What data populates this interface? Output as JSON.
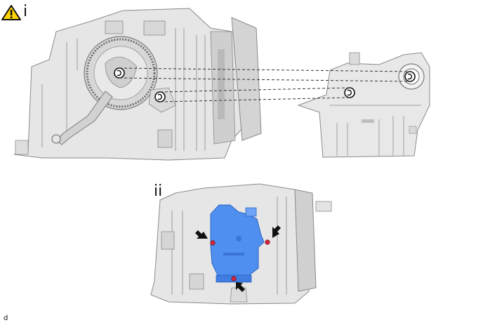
{
  "steps": [
    {
      "label": "i"
    },
    {
      "label": "ii"
    }
  ],
  "caption": "d",
  "colors": {
    "part_fill": "#e6e6e6",
    "part_dark": "#c8c8c8",
    "part_edge": "#8a8a8a",
    "highlight_blue": "#4f8ff0",
    "warning_yellow": "#ffd400",
    "marker_red": "#d8253c"
  },
  "icons": [
    "warning-triangle-icon",
    "arrow-pointer-icon"
  ]
}
